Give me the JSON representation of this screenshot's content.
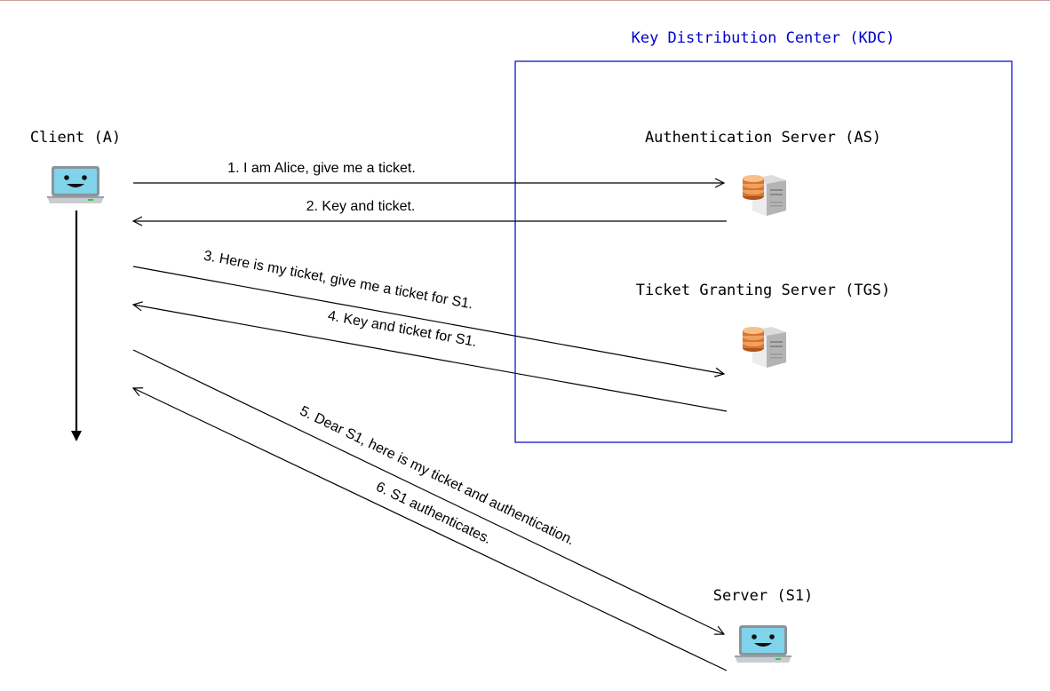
{
  "kdc": {
    "title": "Key Distribution Center (KDC)",
    "color": "#0000cc"
  },
  "nodes": {
    "client": "Client (A)",
    "as": "Authentication Server (AS)",
    "tgs": "Ticket Granting Server (TGS)",
    "server": "Server (S1)"
  },
  "messages": [
    "1. I am Alice, give me a ticket.",
    "2. Key and ticket.",
    "3. Here is my ticket, give me a ticket for S1.",
    "4. Key and ticket for S1.",
    "5. Dear S1, here is my ticket and authentication.",
    "6. S1 authenticates."
  ],
  "icons": {
    "client": "laptop-icon",
    "as": "database-server-icon",
    "tgs": "database-server-icon",
    "server": "laptop-icon"
  },
  "colors": {
    "laptop_screen": "#7fd3ea",
    "laptop_body": "#c9cdd1",
    "database": "#e0803a",
    "server_box": "#dcdcdc"
  }
}
